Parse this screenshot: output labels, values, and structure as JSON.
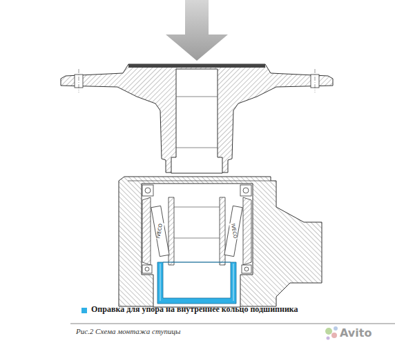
{
  "diagram": {
    "caption": "Рис.2 Схема монтажа ступицы",
    "labels": [
      "IVECO",
      "IVECO",
      "Avito"
    ],
    "legend": [
      {
        "text": "Оправка для упора на внутреннее кольцо подшипника",
        "color": "#2fb0e6"
      }
    ]
  }
}
